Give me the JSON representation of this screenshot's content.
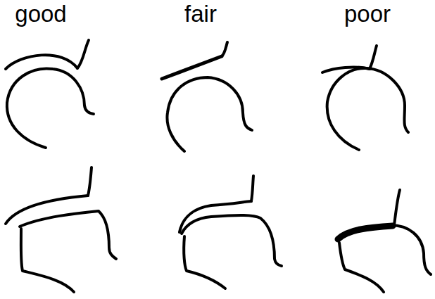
{
  "diagram": {
    "labels": [
      "good",
      "fair",
      "poor"
    ]
  }
}
